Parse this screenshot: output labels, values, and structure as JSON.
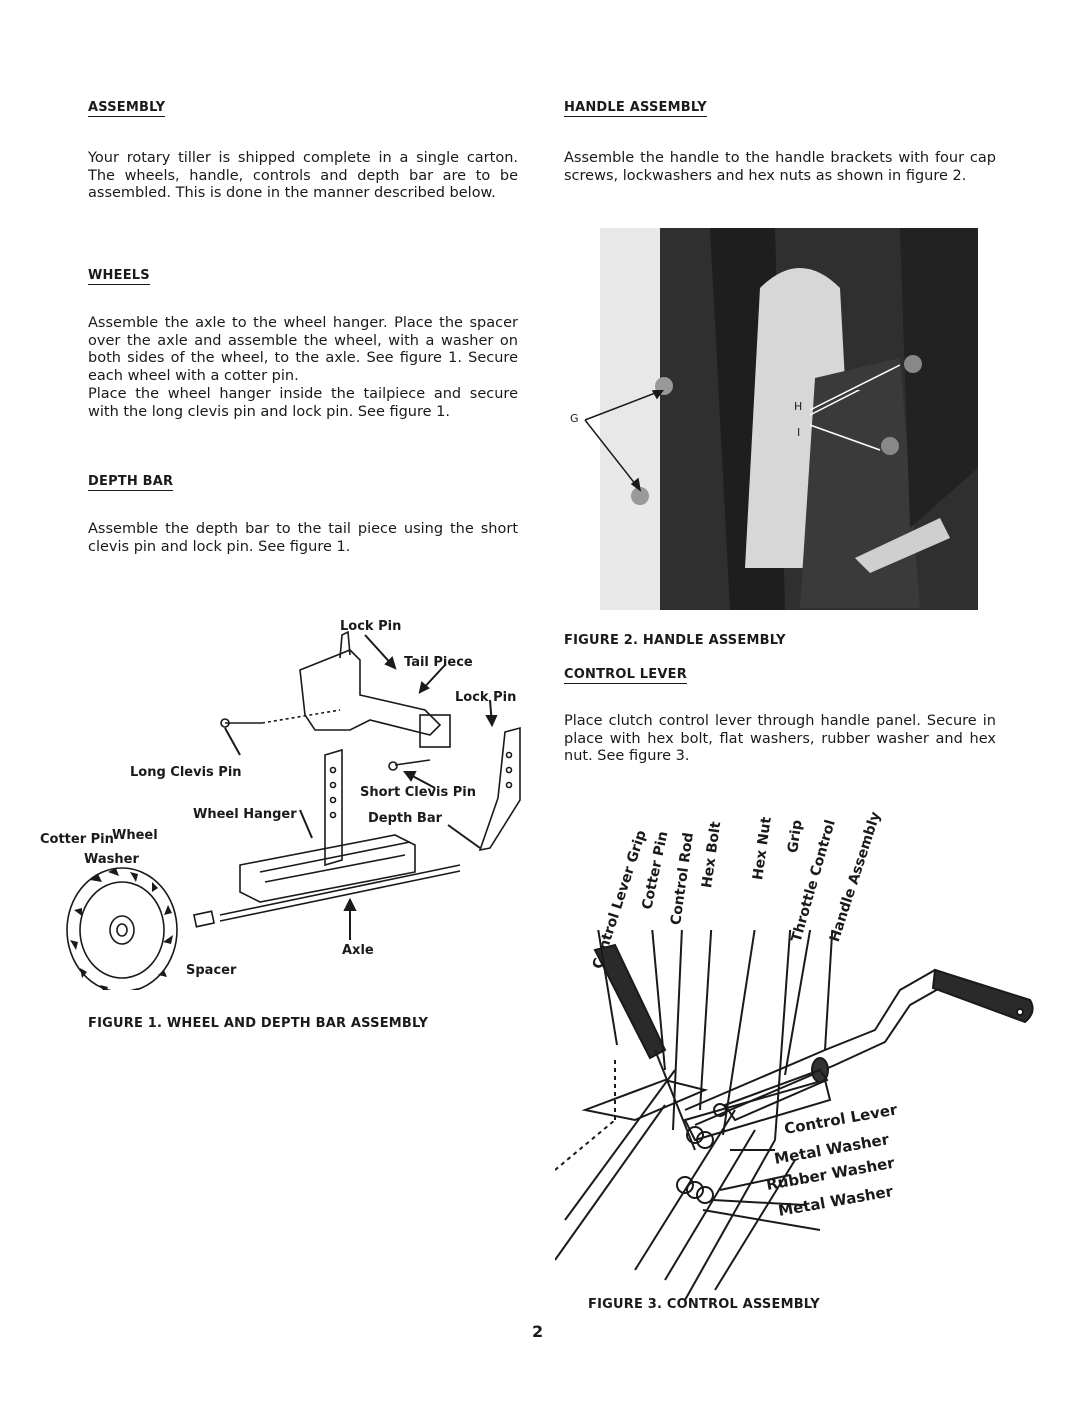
{
  "left": {
    "assembly": {
      "heading": "ASSEMBLY",
      "body": "Your rotary tiller is shipped complete in a single carton. The wheels, handle, controls and depth bar are to be assembled. This is done in the manner described below."
    },
    "wheels": {
      "heading": "WHEELS",
      "body1": "Assemble the axle to the wheel hanger. Place the spacer over the axle and assemble the wheel, with a washer on both sides of the wheel, to the axle. See figure 1. Secure each wheel with a cotter pin.",
      "body2": "Place the wheel hanger inside the tailpiece and secure with the long clevis pin and lock pin. See figure 1."
    },
    "depth_bar": {
      "heading": "DEPTH BAR",
      "body": "Assemble the depth bar to the tail piece using the short clevis pin and lock pin. See figure 1."
    },
    "figure1": {
      "caption": "FIGURE 1. WHEEL AND DEPTH BAR ASSEMBLY",
      "labels": {
        "lock_pin_top": "Lock Pin",
        "tail_piece": "Tail Piece",
        "lock_pin_right": "Lock Pin",
        "long_clevis_pin": "Long Clevis Pin",
        "short_clevis_pin": "Short Clevis Pin",
        "wheel_hanger": "Wheel Hanger",
        "depth_bar": "Depth Bar",
        "cotter_pin": "Cotter Pin",
        "wheel": "Wheel",
        "washer": "Washer",
        "axle": "Axle",
        "spacer": "Spacer"
      }
    }
  },
  "right": {
    "handle_assembly": {
      "heading": "HANDLE ASSEMBLY",
      "body": "Assemble the handle to the handle brackets with four cap screws, lockwashers and hex nuts as shown in figure 2."
    },
    "figure2": {
      "caption": "FIGURE 2. HANDLE ASSEMBLY",
      "labels": {
        "g": "G",
        "h": "H",
        "i": "I"
      }
    },
    "control_lever": {
      "heading": "CONTROL LEVER",
      "body": "Place clutch control lever through handle panel. Secure in place with hex bolt, flat washers, rubber washer and hex nut. See figure 3."
    },
    "figure3": {
      "caption": "FIGURE 3. CONTROL ASSEMBLY",
      "top_labels": [
        "Control Lever Grip",
        "Cotter Pin",
        "Control Rod",
        "Hex Bolt",
        "Hex Nut",
        "Grip",
        "Throttle Control",
        "Handle Assembly"
      ],
      "bottom_labels": [
        "Control Lever",
        "Metal Washer",
        "Rubber Washer",
        "Metal Washer"
      ]
    }
  },
  "page_number": "2"
}
